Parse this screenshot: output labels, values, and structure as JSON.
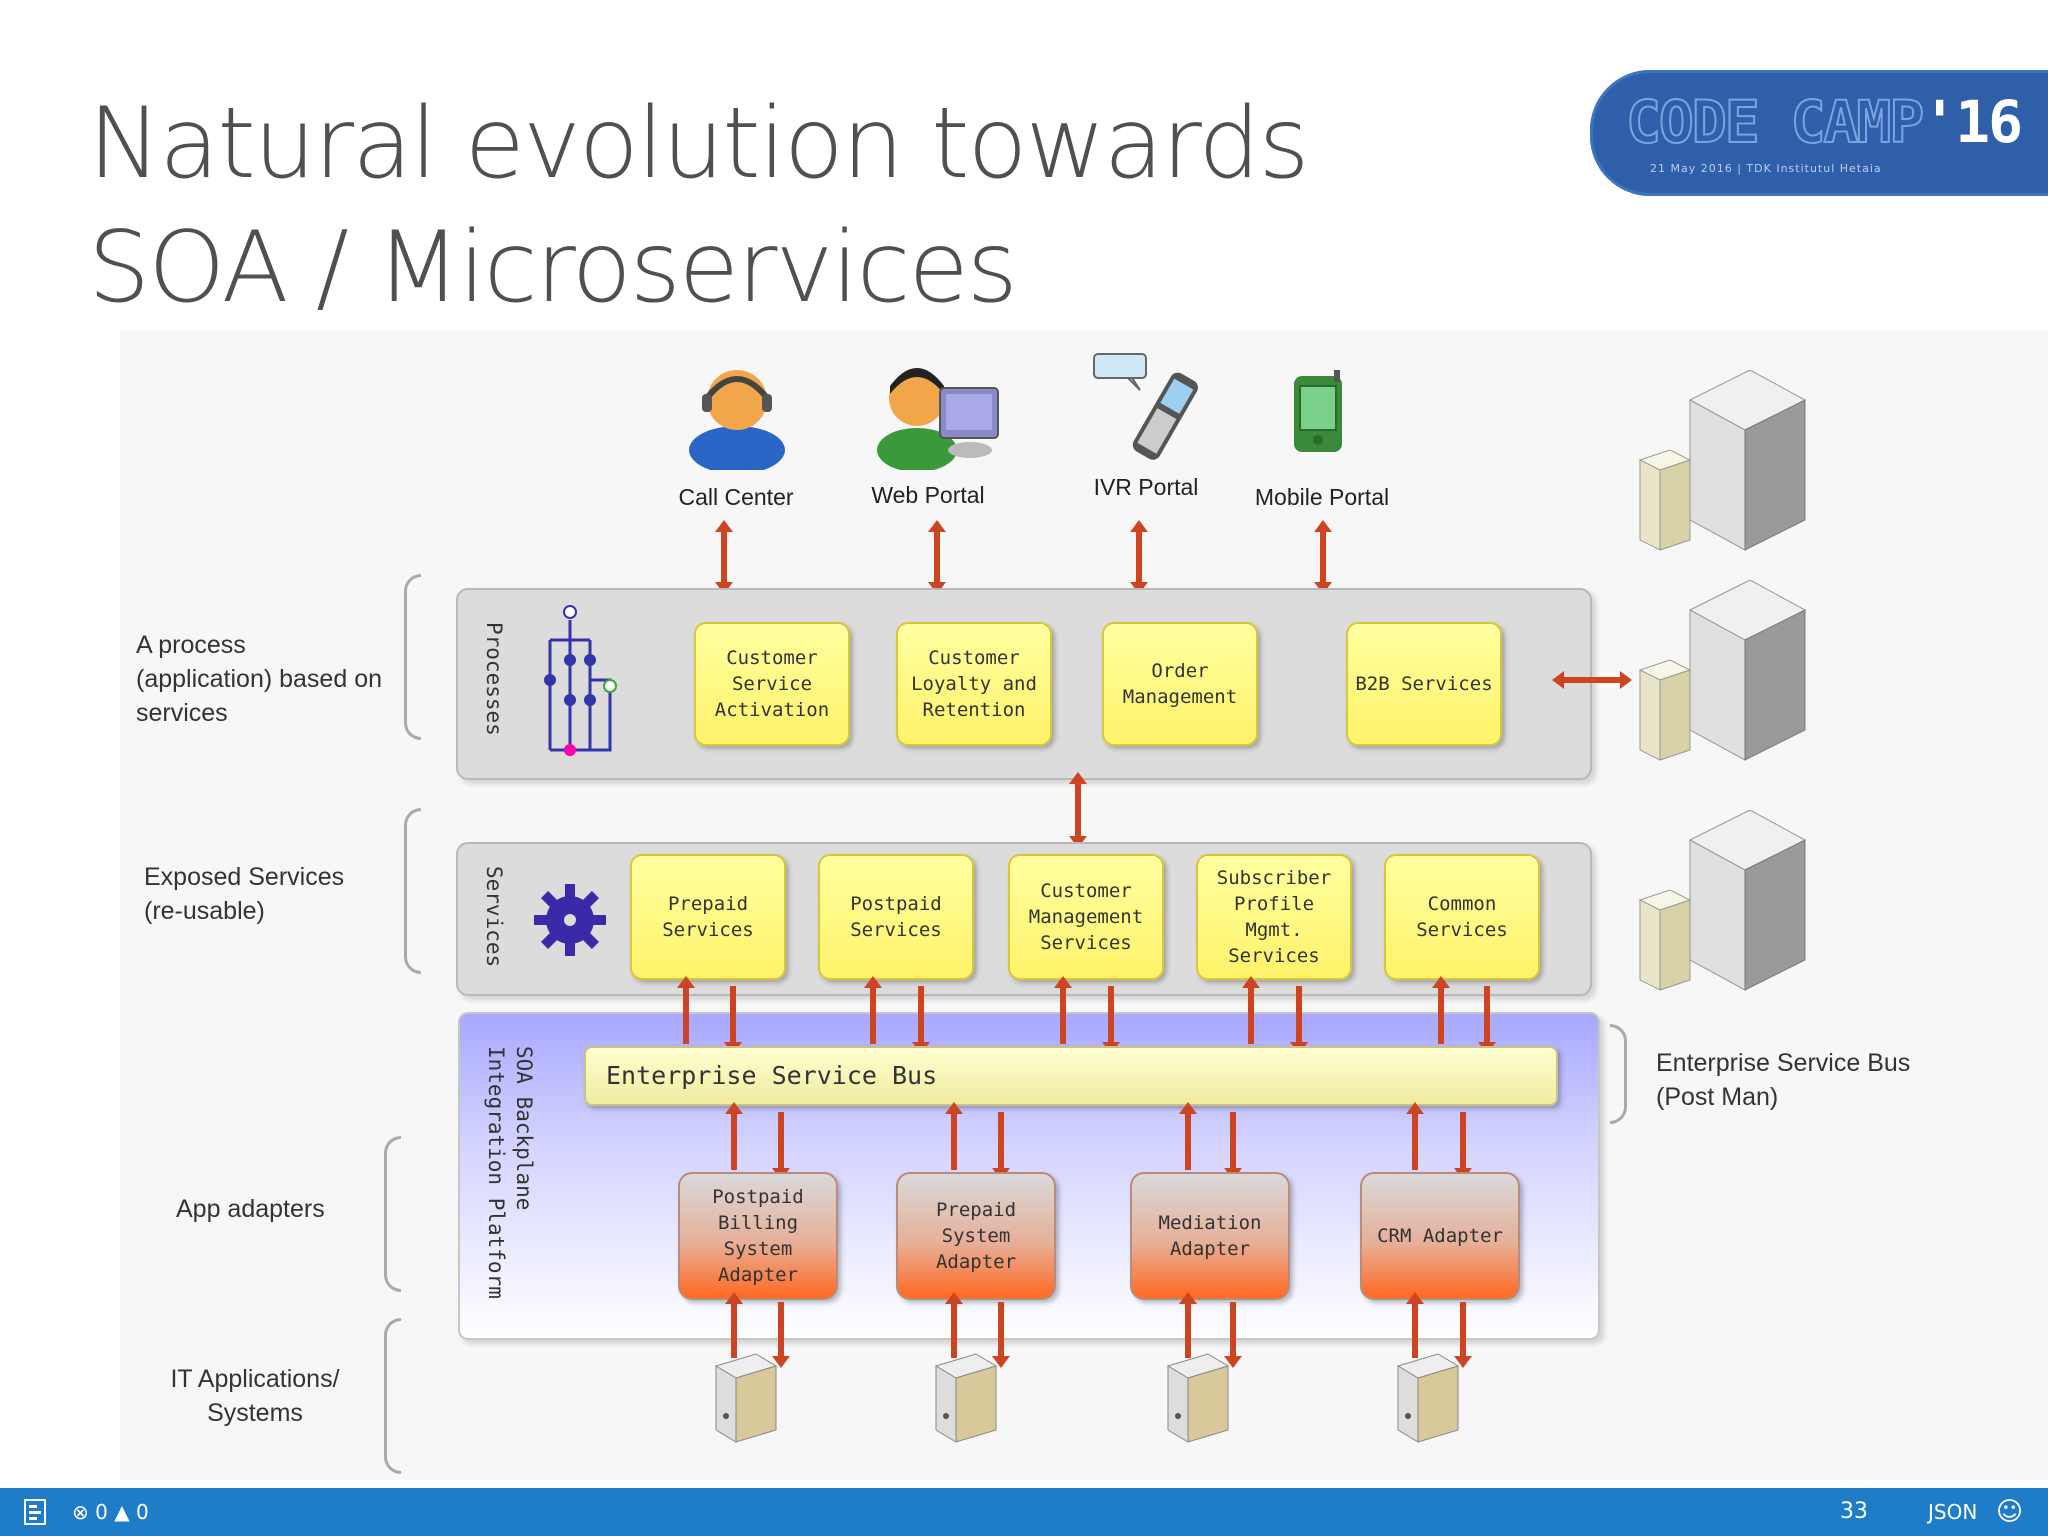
{
  "slide": {
    "title_line1": "Natural evolution towards",
    "title_line2": "SOA / Microservices",
    "logo_text_main": "CODE CAMP",
    "logo_text_year": "'16",
    "logo_subtitle": "21 May 2016 | TDK Institutul Hetaia"
  },
  "channels": [
    {
      "label": "Call Center",
      "icon": "call-center-person-icon"
    },
    {
      "label": "Web Portal",
      "icon": "web-user-icon"
    },
    {
      "label": "IVR Portal",
      "icon": "phone-icon"
    },
    {
      "label": "Mobile Portal",
      "icon": "pda-icon"
    }
  ],
  "left_labels": {
    "processes": "A process (application) based on services",
    "services": "Exposed Services (re-usable)",
    "adapters": "App adapters",
    "it_apps": "IT Applications/ Systems"
  },
  "right_labels": {
    "esb": "Enterprise Service Bus (Post Man)"
  },
  "layers": {
    "processes": "Processes",
    "services": "Services",
    "backplane": "SOA Backplane Integration Platform"
  },
  "process_boxes": [
    "Customer Service Activation",
    "Customer Loyalty and Retention",
    "Order Management",
    "B2B Services"
  ],
  "service_boxes": [
    "Prepaid Services",
    "Postpaid Services",
    "Customer Management Services",
    "Subscriber Profile Mgmt. Services",
    "Common Services"
  ],
  "esb_label": "Enterprise Service Bus",
  "adapters": [
    "Postpaid Billing System Adapter",
    "Prepaid System Adapter",
    "Mediation Adapter",
    "CRM Adapter"
  ],
  "statusbar": {
    "errors": "0",
    "warnings": "0",
    "page": "33",
    "language": "JSON",
    "accent": "#1e7cc8"
  }
}
